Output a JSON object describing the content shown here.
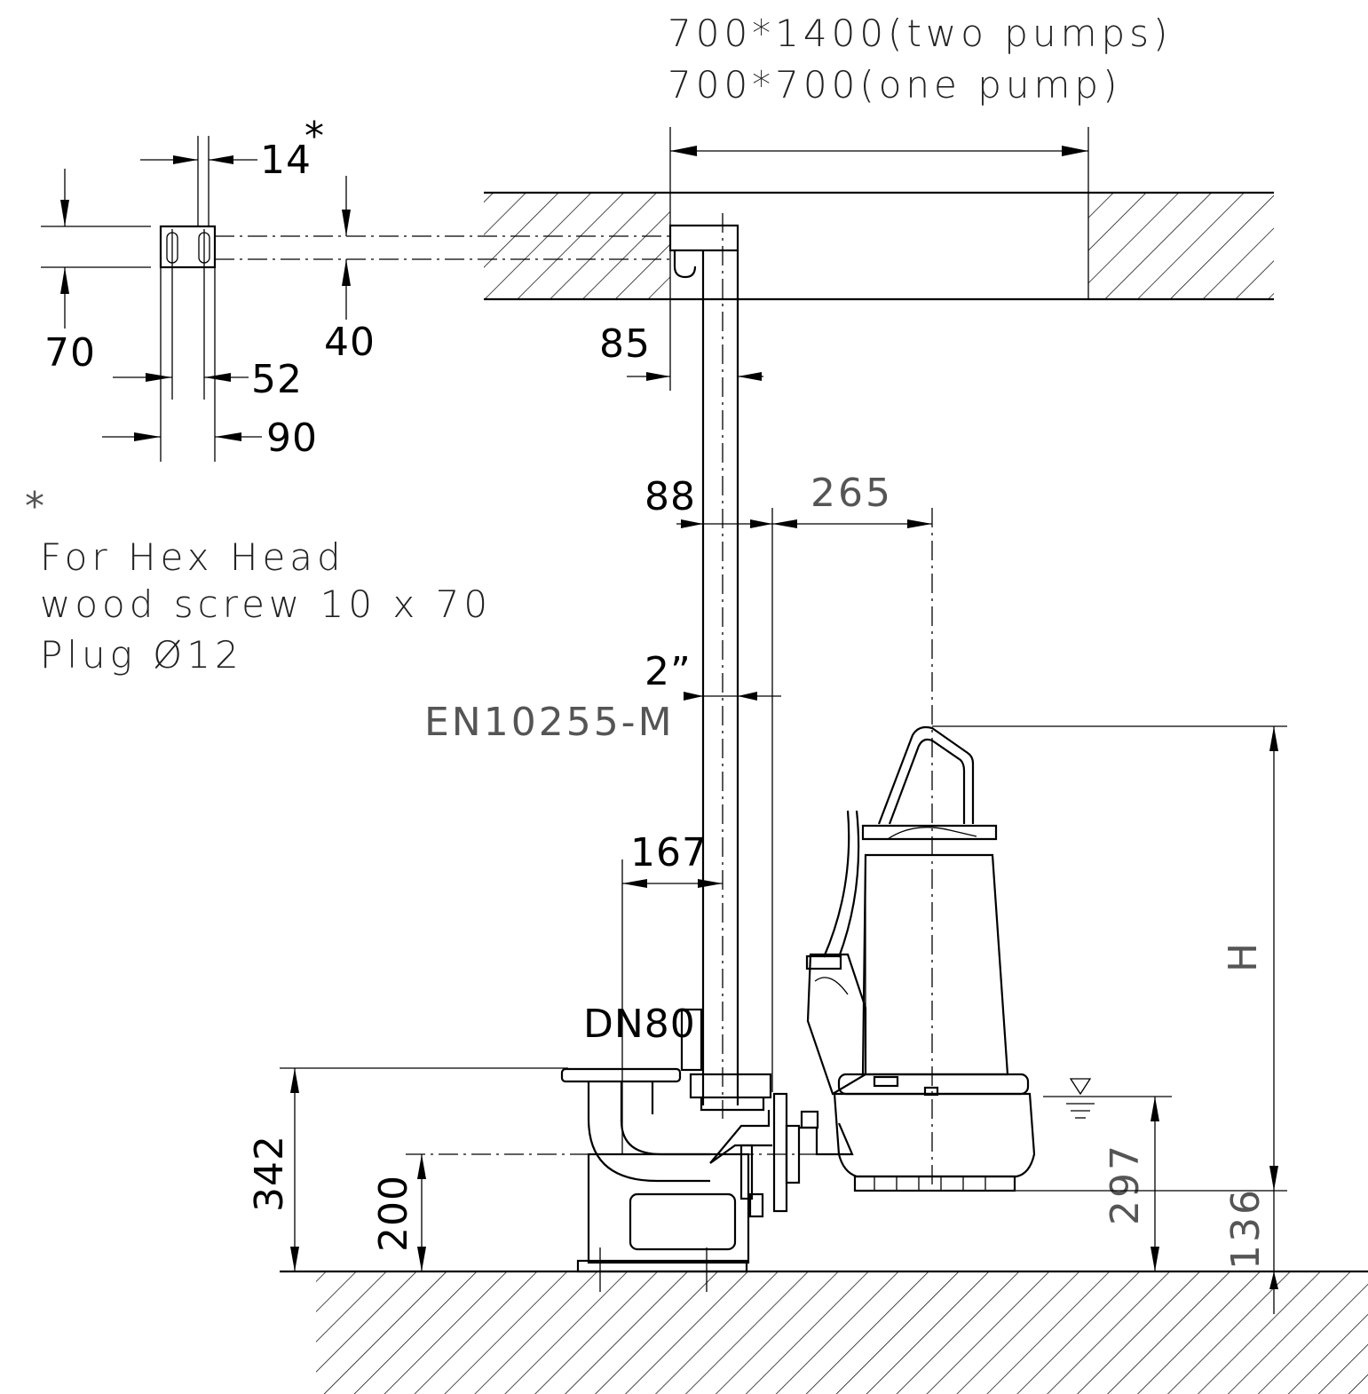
{
  "header": {
    "line1": "700*1400(two pumps)",
    "line2": "700*700(one pump)"
  },
  "bracket": {
    "dim_14": "14",
    "star": "*",
    "dim_70": "70",
    "dim_40": "40",
    "dim_52": "52",
    "dim_90": "90"
  },
  "note": {
    "star": "*",
    "line1": "For Hex Head",
    "line2": "wood screw 10 x 70",
    "line3": "Plug Ø12"
  },
  "pipe": {
    "dim_85": "85",
    "dim_88": "88",
    "dim_265": "265",
    "size": "2”",
    "standard": "EN10255-M",
    "dim_167": "167",
    "outlet": "DN80"
  },
  "heights": {
    "dim_342": "342",
    "dim_200": "200",
    "dim_297": "297",
    "dim_136": "136",
    "label_h": "H"
  }
}
